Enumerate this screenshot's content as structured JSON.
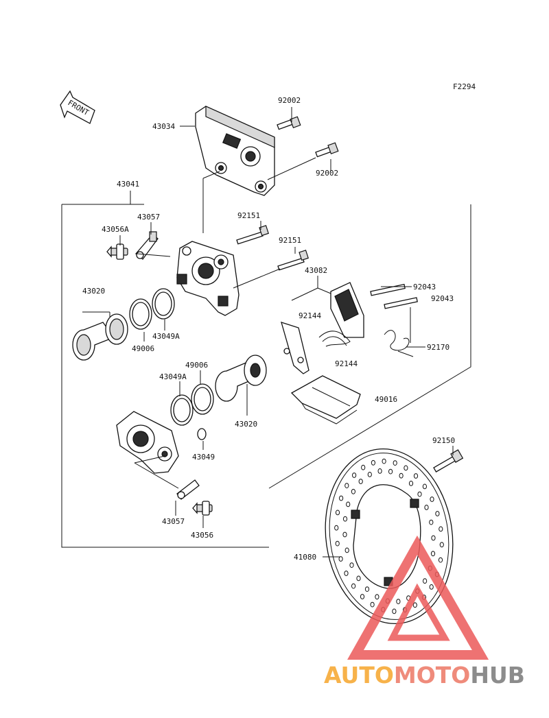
{
  "figure_code": "F2294",
  "front_label": "FRONT",
  "labels": {
    "p92002_top": "92002",
    "p43034": "43034",
    "p92002_bottom": "92002",
    "p43041": "43041",
    "p43057_top": "43057",
    "p43056A": "43056A",
    "p92151_a": "92151",
    "p92151_b": "92151",
    "p43082": "43082",
    "p92043_a": "92043",
    "p92043_b": "92043",
    "p43020_left": "43020",
    "p92144_a": "92144",
    "p43049A_top": "43049A",
    "p49006_left": "49006",
    "p92170": "92170",
    "p92144_b": "92144",
    "p49006_mid": "49006",
    "p43049A_mid": "43049A",
    "p49016": "49016",
    "p43020_right": "43020",
    "p92150": "92150",
    "p43049": "43049",
    "p43057_bottom": "43057",
    "p43056": "43056",
    "p41080": "41080"
  },
  "watermark": {
    "part1": "AUTO",
    "part2": "MOTO",
    "part3": "HUB",
    "color1": "#f7b24a",
    "color2": "#ef8b7b",
    "color3": "#8c8c8c",
    "triangle_color": "#ec5a5a"
  }
}
